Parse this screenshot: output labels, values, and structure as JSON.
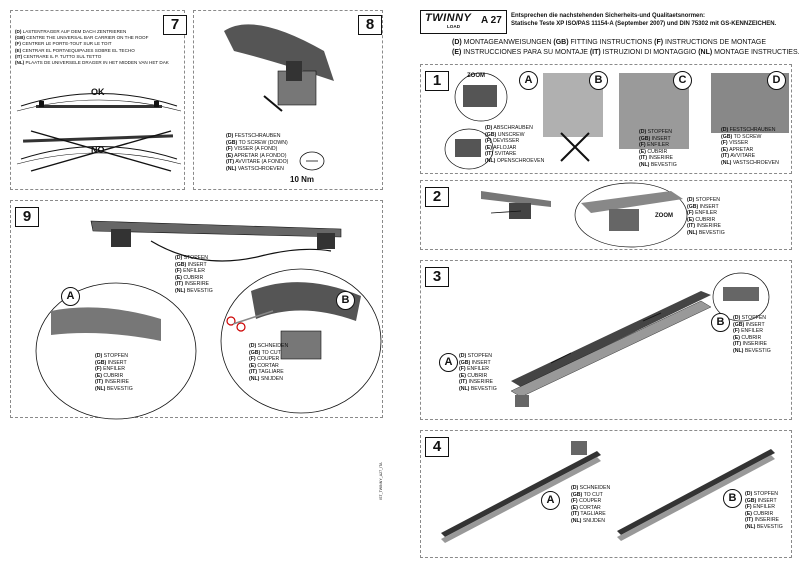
{
  "step7": {
    "number": "7",
    "instructions": [
      {
        "lang": "(D)",
        "text": "LASTENTRAGER AUF DEM DACH ZENTRIEREN"
      },
      {
        "lang": "(GB)",
        "text": "CENTRE THE UNIVERSAL BAR CARRIER ON THE ROOF"
      },
      {
        "lang": "(F)",
        "text": "CENTRER LE PORTE-TOUT SUR LE TOIT"
      },
      {
        "lang": "(E)",
        "text": "CENTRAR EL PORTAEQUIPAJES SOBRE EL TECHO"
      },
      {
        "lang": "(IT)",
        "text": "CENTRARE IL P. TUTTO SUL TETTO"
      },
      {
        "lang": "(NL)",
        "text": "PLAATS DE UNIVERSELE DRAGER IN HET MIDDEN VAN HET DAK"
      }
    ],
    "ok_label": "OK",
    "no_label": "NO"
  },
  "step8": {
    "number": "8",
    "instructions": [
      {
        "lang": "(D)",
        "text": "FESTSCHRAUBEN"
      },
      {
        "lang": "(GB)",
        "text": "TO SCREW (DOWN)"
      },
      {
        "lang": "(F)",
        "text": "VISSER (A FOND)"
      },
      {
        "lang": "(E)",
        "text": "APRETAR (A FONDO)"
      },
      {
        "lang": "(IT)",
        "text": "AVVITARE (A FONDO)"
      },
      {
        "lang": "(NL)",
        "text": "VASTSCHROEVEN"
      }
    ],
    "torque": "10 Nm"
  },
  "step9": {
    "number": "9",
    "insert": [
      {
        "lang": "(D)",
        "text": "STOPFEN"
      },
      {
        "lang": "(GB)",
        "text": "INSERT"
      },
      {
        "lang": "(F)",
        "text": "ENFILER"
      },
      {
        "lang": "(E)",
        "text": "CUBRIR"
      },
      {
        "lang": "(IT)",
        "text": "INSERIRE"
      },
      {
        "lang": "(NL)",
        "text": "BEVESTIG"
      }
    ],
    "cut": [
      {
        "lang": "(D)",
        "text": "SCHNEIDEN"
      },
      {
        "lang": "(GB)",
        "text": "TO CUT"
      },
      {
        "lang": "(F)",
        "text": "COUPER"
      },
      {
        "lang": "(E)",
        "text": "CORTAR"
      },
      {
        "lang": "(IT)",
        "text": "TAGLIARE"
      },
      {
        "lang": "(NL)",
        "text": "SNIJDEN"
      }
    ],
    "detail_a": "A",
    "detail_b": "B"
  },
  "sidecode": "IST_TWINNY_A27_ITA",
  "header": {
    "brand": "TWINNY",
    "brand_sub": "LOAD",
    "model": "A 27",
    "line1": "Entsprechen die nachstehenden Sicherheits-und Qualitaetsnormen:",
    "line2": "Statische Teste XP ISO/PAS 11154-A (September 2007) und DIN 75302 mit GS-KENNZEICHEN.",
    "title_line1": [
      {
        "lang": "(D)",
        "text": "MONTAGEANWEISUNGEN"
      },
      {
        "lang": "(GB)",
        "text": "FITTING INSTRUCTIONS"
      },
      {
        "lang": "(F)",
        "text": "INSTRUCTIONS DE MONTAGE"
      }
    ],
    "title_line2": [
      {
        "lang": "(E)",
        "text": "INSTRUCCIONES PARA SU MONTAJE"
      },
      {
        "lang": "(IT)",
        "text": "ISTRUZIONI DI MONTAGGIO"
      },
      {
        "lang": "(NL)",
        "text": "MONTAGE INSTRUCTIES."
      }
    ]
  },
  "step1": {
    "number": "1",
    "zoom": "ZOOM",
    "details": [
      "A",
      "B",
      "C",
      "D"
    ],
    "unscrew": [
      {
        "lang": "(D)",
        "text": "ABSCHRAUBEN"
      },
      {
        "lang": "(GB)",
        "text": "UNSCREW"
      },
      {
        "lang": "(F)",
        "text": "DEVISSER"
      },
      {
        "lang": "(E)",
        "text": "AFLOJAR"
      },
      {
        "lang": "(IT)",
        "text": "SVITARE"
      },
      {
        "lang": "(NL)",
        "text": "OPENSCHROEVEN"
      }
    ],
    "insert": [
      {
        "lang": "(D)",
        "text": "STOPFEN"
      },
      {
        "lang": "(GB)",
        "text": "INSERT"
      },
      {
        "lang": "(F)",
        "text": "ENFILER"
      },
      {
        "lang": "(E)",
        "text": "CUBRIR"
      },
      {
        "lang": "(IT)",
        "text": "INSERIRE"
      },
      {
        "lang": "(NL)",
        "text": "BEVESTIG"
      }
    ],
    "screw": [
      {
        "lang": "(D)",
        "text": "FESTSCHRAUBEN"
      },
      {
        "lang": "(GB)",
        "text": "TO SCREW"
      },
      {
        "lang": "(F)",
        "text": "VISSER"
      },
      {
        "lang": "(E)",
        "text": "APRETAR"
      },
      {
        "lang": "(IT)",
        "text": "AVVITARE"
      },
      {
        "lang": "(NL)",
        "text": "VASTSCHROEVEN"
      }
    ]
  },
  "step2": {
    "number": "2",
    "zoom": "ZOOM",
    "insert": [
      {
        "lang": "(D)",
        "text": "STOPFEN"
      },
      {
        "lang": "(GB)",
        "text": "INSERT"
      },
      {
        "lang": "(F)",
        "text": "ENFILER"
      },
      {
        "lang": "(E)",
        "text": "CUBRIR"
      },
      {
        "lang": "(IT)",
        "text": "INSERIRE"
      },
      {
        "lang": "(NL)",
        "text": "BEVESTIG"
      }
    ]
  },
  "step3": {
    "number": "3",
    "detail_a": "A",
    "detail_b": "B",
    "insert_a": [
      {
        "lang": "(D)",
        "text": "STOPFEN"
      },
      {
        "lang": "(GB)",
        "text": "INSERT"
      },
      {
        "lang": "(F)",
        "text": "ENFILER"
      },
      {
        "lang": "(E)",
        "text": "CUBRIR"
      },
      {
        "lang": "(IT)",
        "text": "INSERIRE"
      },
      {
        "lang": "(NL)",
        "text": "BEVESTIG"
      }
    ],
    "insert_b": [
      {
        "lang": "(D)",
        "text": "STOPFEN"
      },
      {
        "lang": "(GB)",
        "text": "INSERT"
      },
      {
        "lang": "(F)",
        "text": "ENFILER"
      },
      {
        "lang": "(E)",
        "text": "CUBRIR"
      },
      {
        "lang": "(IT)",
        "text": "INSERIRE"
      },
      {
        "lang": "(NL)",
        "text": "BEVESTIG"
      }
    ]
  },
  "step4": {
    "number": "4",
    "detail_a": "A",
    "detail_b": "B",
    "cut": [
      {
        "lang": "(D)",
        "text": "SCHNEIDEN"
      },
      {
        "lang": "(GB)",
        "text": "TO CUT"
      },
      {
        "lang": "(F)",
        "text": "COUPER"
      },
      {
        "lang": "(E)",
        "text": "CORTAR"
      },
      {
        "lang": "(IT)",
        "text": "TAGLIARE"
      },
      {
        "lang": "(NL)",
        "text": "SNIJDEN"
      }
    ],
    "insert": [
      {
        "lang": "(D)",
        "text": "STOPFEN"
      },
      {
        "lang": "(GB)",
        "text": "INSERT"
      },
      {
        "lang": "(F)",
        "text": "ENFILER"
      },
      {
        "lang": "(E)",
        "text": "CUBRIR"
      },
      {
        "lang": "(IT)",
        "text": "INSERIRE"
      },
      {
        "lang": "(NL)",
        "text": "BEVESTIG"
      }
    ]
  }
}
